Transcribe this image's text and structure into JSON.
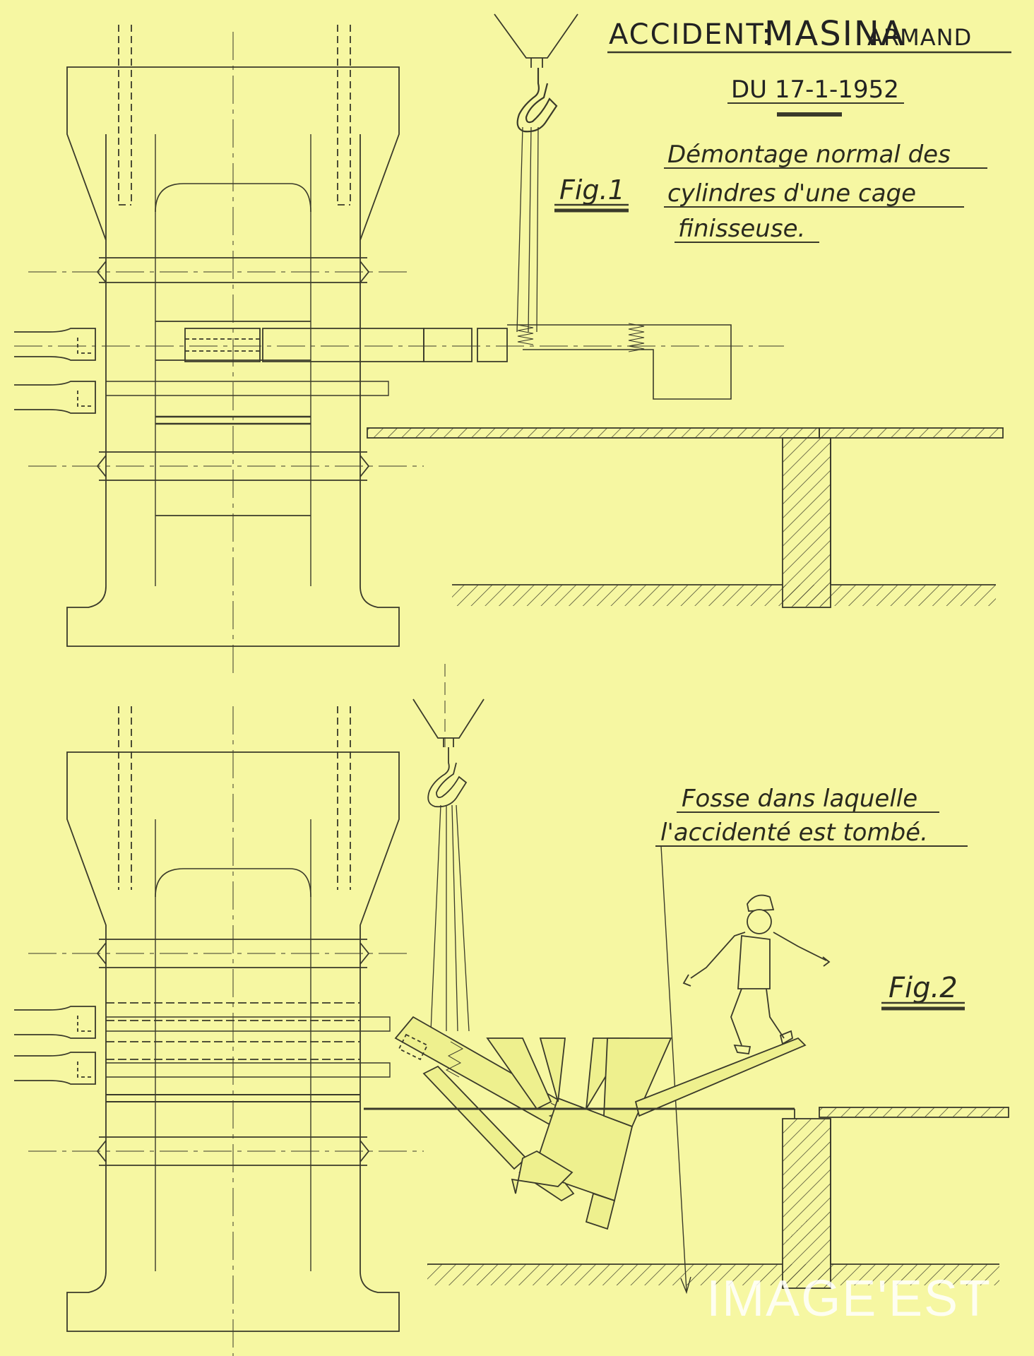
{
  "header": {
    "title_prefix": "ACCIDENT:",
    "title_name": "MASINA",
    "title_first": "ARMAND",
    "date": "DU 17-1-1952"
  },
  "figure1": {
    "label": "Fig.1",
    "caption_line1": "Démontage normal des",
    "caption_line2": "cylindres d'une cage",
    "caption_line3": "finisseuse."
  },
  "figure2": {
    "label": "Fig.2",
    "caption_line1": "Fosse dans laquelle",
    "caption_line2": "l'accidenté est tombé."
  },
  "watermark": "IMAGE'EST",
  "colors": {
    "paper": "#f6f7a2",
    "ink": "#3a3a2a"
  }
}
